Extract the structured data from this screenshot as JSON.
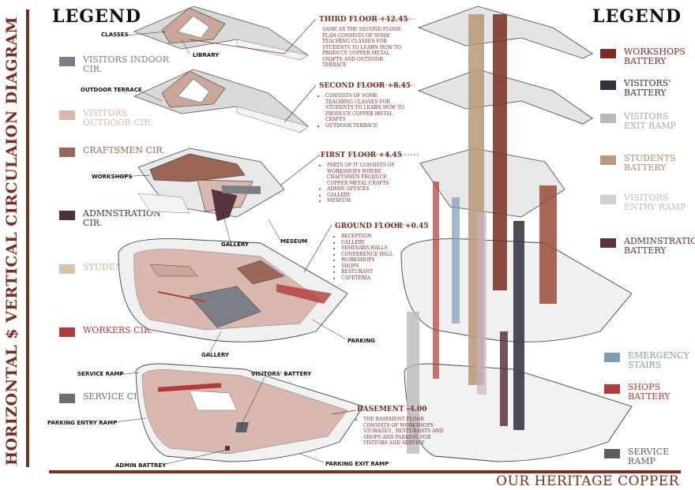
{
  "side_title": "HORIZONTAL $ VERTICAL CIRCULAION DIAGRAM",
  "footer": "OUR HERITAGE COPPER",
  "left_legend": {
    "title": "LEGEND",
    "items": [
      {
        "label": "VISITORS INDOOR CIR.",
        "color": "#7d7f86",
        "text_color": "#7d7f86"
      },
      {
        "label": "VISITORS OUTDOOR CIR.",
        "color": "#d9b8b0",
        "text_color": "#d9b8b0"
      },
      {
        "label": "CRAFTSMEN CIR.",
        "color": "#9b6656",
        "text_color": "#9b6656"
      },
      {
        "label": "ADMNSTRATION CIR.",
        "color": "#4e3039",
        "text_color": "#4e3039"
      },
      {
        "label": "SYUDENTS CIR.",
        "color": "#d9c3ad",
        "text_color": "#cdb59c"
      },
      {
        "label": "WORKERS CIR.",
        "color": "#b3393a",
        "text_color": "#b3393a"
      },
      {
        "label": "SERVICE CIR.",
        "color": "#6e6e72",
        "text_color": "#6e6e72"
      }
    ]
  },
  "right_legend": {
    "title": "LEGEND",
    "items": [
      {
        "label": "WORKSHOPS BATTERY",
        "color": "#7a2e22",
        "text_color": "#7a2e22"
      },
      {
        "label": "VISITORS' BATTERY",
        "color": "#2e3040",
        "text_color": "#2e3040"
      },
      {
        "label": "VISITORS EXIT RAMP",
        "color": "#b9b9bd",
        "text_color": "#a9a9ad"
      },
      {
        "label": "STUDENTS BATTERY",
        "color": "#b99777",
        "text_color": "#b08d6b"
      },
      {
        "label": "VISITORS ENTRY RAMP",
        "color": "#d0d0d3",
        "text_color": "#bdbdc0"
      },
      {
        "label": "ADMINSTRATION BATTERY",
        "color": "#5a3342",
        "text_color": "#5a3342"
      },
      {
        "label": "EMERGENCY STAIRS",
        "color": "#7d9db6",
        "text_color": "#7d9db6"
      },
      {
        "label": "SHOPS BATTERY",
        "color": "#b3393a",
        "text_color": "#b3393a"
      },
      {
        "label": "SERVICE RAMP",
        "color": "#5e5e62",
        "text_color": "#5e5e62"
      }
    ]
  },
  "callouts": [
    {
      "title": "THIRD FLOOR +12.45",
      "text": "SAME AS THE SECOND FLOOR PLAN CONSISTS OF SOME TEACHING CLASSES FOR STUDENTS TO LEARN HOW TO PRODUCE COPPER METAL CRAFTS AND OUTDOOR TERRACE",
      "bullets": []
    },
    {
      "title": "SECOND FLOOR +8.45",
      "text": "",
      "bullets": [
        "CONSISTS OF SOME TEACHING CLASSES FOR STUDENTS TO LEARN HOW TO PRODUCE COPPER METAL CRAFTS",
        "OUTDOOR TERRACE"
      ]
    },
    {
      "title": "FIRST FLOOR +4.45",
      "text": "",
      "bullets": [
        "PARTS OF IT CONSISTS OF WORKSHOPS WHERE CRAFTSMEN PRODUCE COPPER METAL CRAFTS",
        "ADMIN OFFICES",
        "GALLERY",
        "MESEUM"
      ]
    },
    {
      "title": "GROUND FLOOR +0.45",
      "text": "",
      "bullets": [
        "RECEPTION",
        "GALLERY",
        "SEMINARS HALLS",
        "CONFERENCE HALL",
        "WORKSHOPS",
        "SHOPS",
        "RESTURANT",
        "CAFETERIA"
      ]
    },
    {
      "title": "BASEMENT -4.00",
      "text": "",
      "bullets": [
        "THE BASEMENT FLOOR CONSISTS OF WORKSHOPS STORAGES , RESTURANTS AND SHOPS AND PARKING FOR VISITORS AND SERVICE"
      ]
    }
  ],
  "plan_labels": {
    "classes": "CLASSES",
    "library": "LIBRARY",
    "outdoor_terrace": "OUTDOOR TERRACE",
    "workshops": "WORKSHOPS",
    "gallery_first": "GALLERY",
    "meseum": "MESEUM",
    "gallery_ground": "GALLERY",
    "parking": "PARKING",
    "service_ramp": "SERVICE RAMP",
    "visitors_battery": "VISITORS' BATTERY",
    "parking_entry_ramp": "PARKING ENTRY RAMP",
    "admin_battery": "ADMIN BATTREY",
    "parking_exit_ramp": "PARKING EXIT RAMP"
  }
}
